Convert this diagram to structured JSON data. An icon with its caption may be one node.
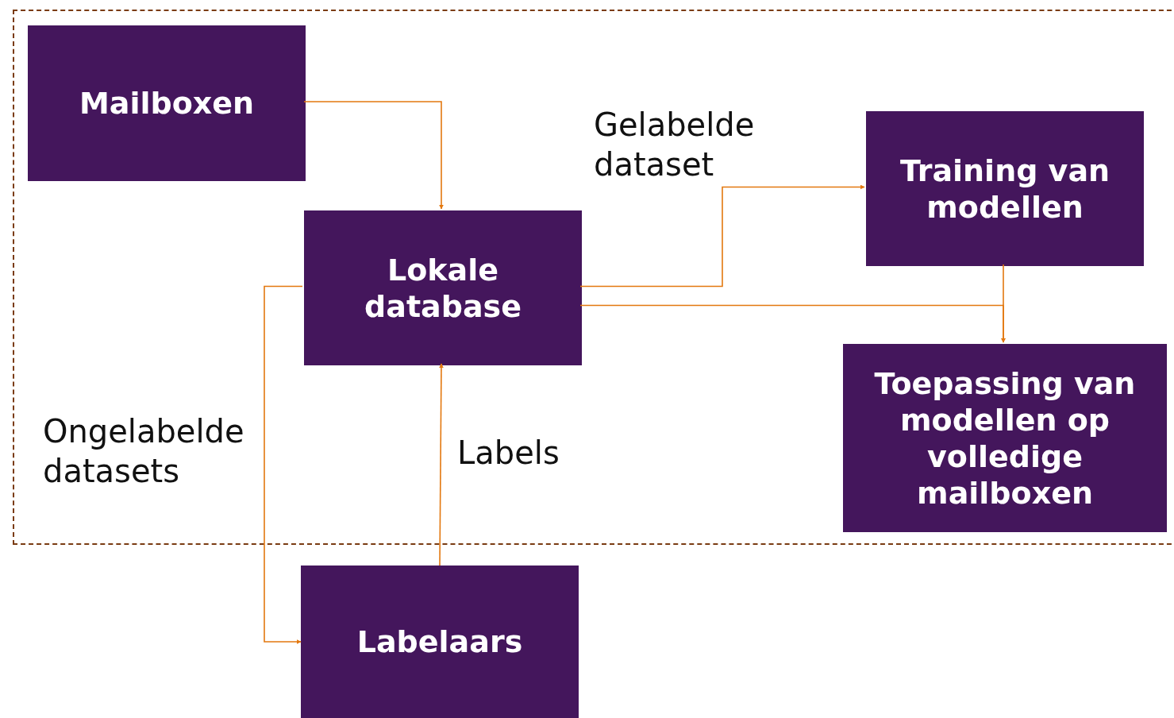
{
  "diagram": {
    "nodes": [
      {
        "text": [],
        "shape": "box"
      },
      {
        "text": [
          "Mailboxen"
        ],
        "in": 0
      },
      {
        "text": [
          "Lokale database"
        ],
        "in": 0
      },
      {
        "text": [
          "Training van modellen"
        ],
        "in": 0
      },
      {
        "text": [
          "Toepassing van modellen op volledige mailboxen"
        ],
        "in": 0
      },
      {
        "text": [
          "Labelaars"
        ]
      }
    ],
    "edges": [
      {
        "from": 1,
        "to": 2,
        "arrow": "to"
      },
      {
        "from": 2,
        "to": 3,
        "arrow": "to",
        "label": "Gelabelde dataset"
      },
      {
        "from": 3,
        "to": 4,
        "arrow": "to"
      },
      {
        "from": 2,
        "to": 4,
        "arrow": "to"
      },
      {
        "from": 2,
        "to": 5,
        "arrow": "to",
        "label": "Ongelabelde datasets"
      },
      {
        "from": 5,
        "to": 2,
        "arrow": "to",
        "label": "Labels"
      }
    ]
  }
}
